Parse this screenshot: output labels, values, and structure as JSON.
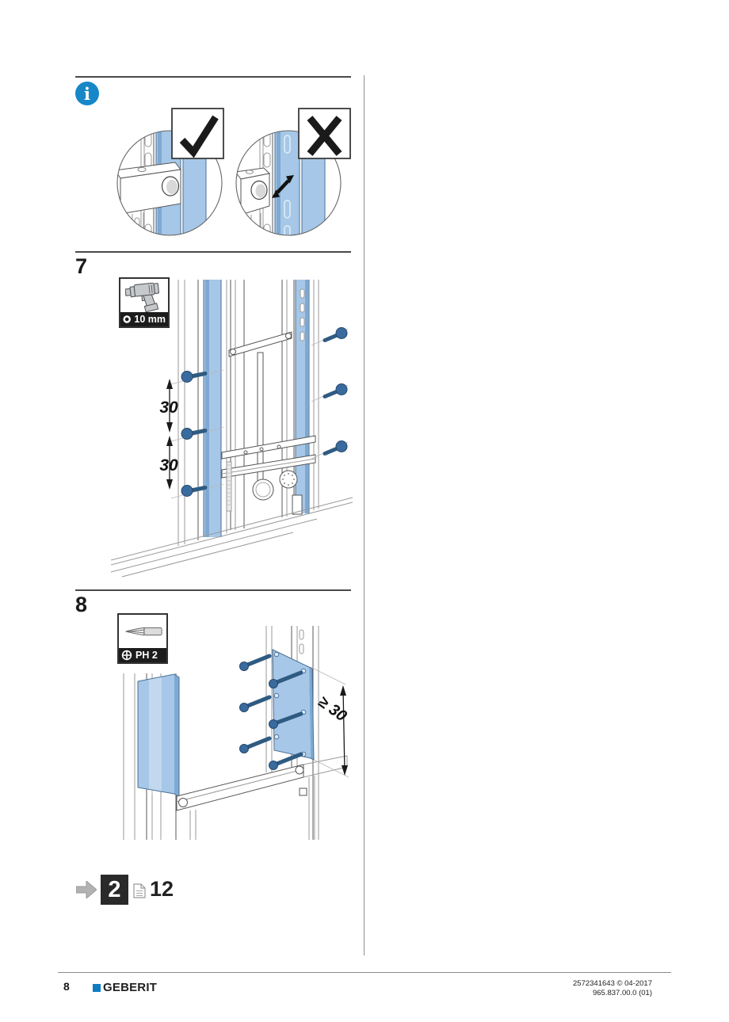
{
  "colors": {
    "accent_blue": "#1787C8",
    "brand_blue": "#0C7DC0",
    "fill_blue": "#A6C7E7",
    "fill_blue_dark": "#7FA9D2",
    "outline_blue": "#4A7196",
    "screw_dark": "#3A6B9E",
    "screw_darker": "#24486B",
    "line_dark": "#4a4a4a",
    "line_gray": "#8a8a8a"
  },
  "info_note": {
    "icon": "info-icon",
    "info_glyph": "i",
    "correct_icon": "check-icon",
    "incorrect_icon": "cross-icon"
  },
  "steps": {
    "step7": {
      "number": "7",
      "tool_icon": "drill-icon",
      "socket_icon": "socket-ring-icon",
      "tool_label": "10 mm",
      "dim1": "30",
      "dim2": "30"
    },
    "step8": {
      "number": "8",
      "tool_icon": "phillips-bit-icon",
      "phillips_icon": "phillips-circle-icon",
      "tool_label": "PH 2",
      "dim": "≥ 30"
    }
  },
  "nav": {
    "arrow_icon": "arrow-right-icon",
    "step_box": "2",
    "page_icon": "document-icon",
    "page_ref": "12"
  },
  "footer": {
    "page_number": "8",
    "brand": "GEBERIT",
    "doc_id": "2572341643 © 04-2017",
    "doc_version": "965.837.00.0 (01)"
  }
}
